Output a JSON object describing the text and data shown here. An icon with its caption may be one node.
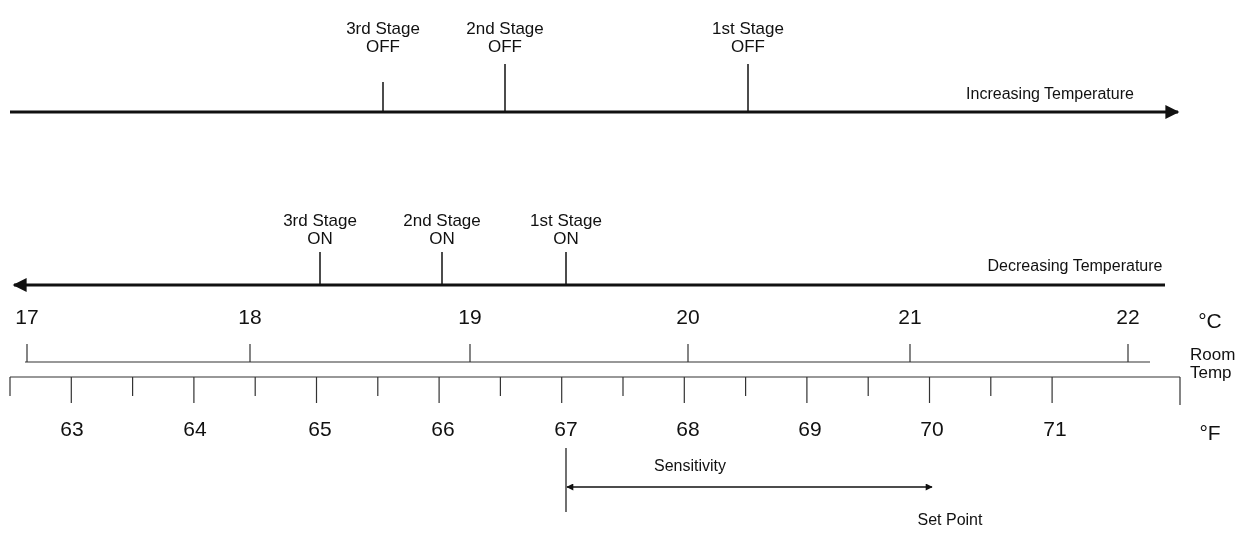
{
  "diagram": {
    "labels": [
      "3rd Stage OFF",
      "2nd Stage OFF",
      "1st Stage OFF",
      "Increasing Temperature",
      "3rd Stage ON",
      "2nd Stage ON",
      "1st Stage ON",
      "Decreasing Temperature",
      "17",
      "18",
      "19",
      "20",
      "21",
      "22",
      "°C",
      "Room Temp",
      "63",
      "64",
      "65",
      "66",
      "67",
      "68",
      "69",
      "70",
      "71",
      "°F",
      "Sensitivity",
      "Set Point"
    ]
  }
}
